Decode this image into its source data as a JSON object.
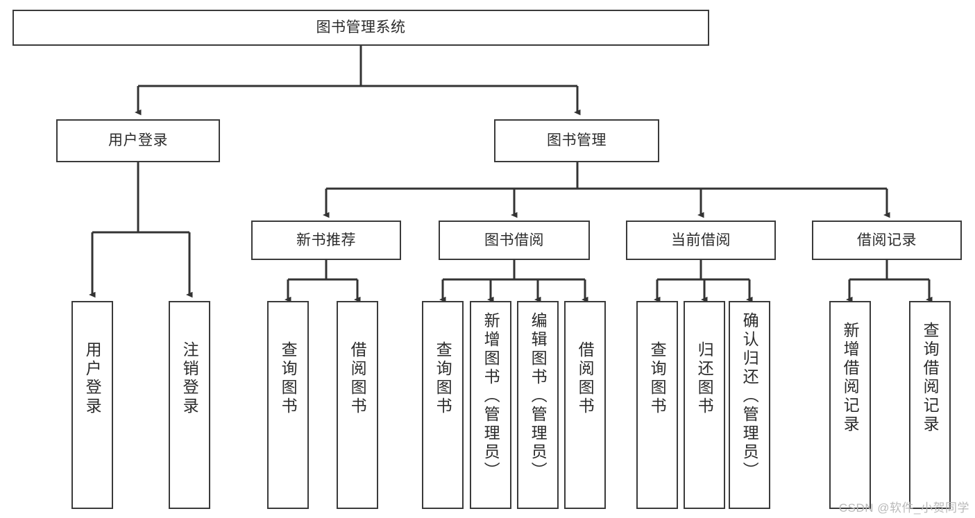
{
  "diagram": {
    "title": "图书管理系统",
    "type": "tree",
    "root": {
      "label": "图书管理系统",
      "name": "node-root-library-system"
    },
    "level1": [
      {
        "label": "用户登录",
        "name": "node-user-login"
      },
      {
        "label": "图书管理",
        "name": "node-book-management"
      }
    ],
    "level2": [
      {
        "label": "新书推荐",
        "name": "node-new-book-recommend"
      },
      {
        "label": "图书借阅",
        "name": "node-book-borrow"
      },
      {
        "label": "当前借阅",
        "name": "node-current-borrow"
      },
      {
        "label": "借阅记录",
        "name": "node-borrow-record"
      }
    ],
    "leaves": {
      "user_login": [
        {
          "label": "用户登录",
          "name": "leaf-user-login"
        },
        {
          "label": "注销登录",
          "name": "leaf-logout"
        }
      ],
      "new_book_recommend": [
        {
          "label": "查询图书",
          "name": "leaf-query-book-1"
        },
        {
          "label": "借阅图书",
          "name": "leaf-borrow-book-1"
        }
      ],
      "book_borrow": [
        {
          "label": "查询图书",
          "name": "leaf-query-book-2"
        },
        {
          "label": "新增图书（管理员）",
          "name": "leaf-add-book-admin"
        },
        {
          "label": "编辑图书（管理员）",
          "name": "leaf-edit-book-admin"
        },
        {
          "label": "借阅图书",
          "name": "leaf-borrow-book-2"
        }
      ],
      "current_borrow": [
        {
          "label": "查询图书",
          "name": "leaf-query-book-3"
        },
        {
          "label": "归还图书",
          "name": "leaf-return-book"
        },
        {
          "label": "确认归还（管理员）",
          "name": "leaf-confirm-return-admin"
        }
      ],
      "borrow_record": [
        {
          "label": "新增借阅记录",
          "name": "leaf-add-borrow-record"
        },
        {
          "label": "查询借阅记录",
          "name": "leaf-query-borrow-record"
        }
      ]
    }
  },
  "watermark": {
    "text": "CSDN @软件_小贺同学"
  },
  "colors": {
    "border": "#3a3a3a",
    "text": "#2b2b2b",
    "background": "#ffffff",
    "connector": "#333333",
    "watermark": "#b9b9b9"
  }
}
